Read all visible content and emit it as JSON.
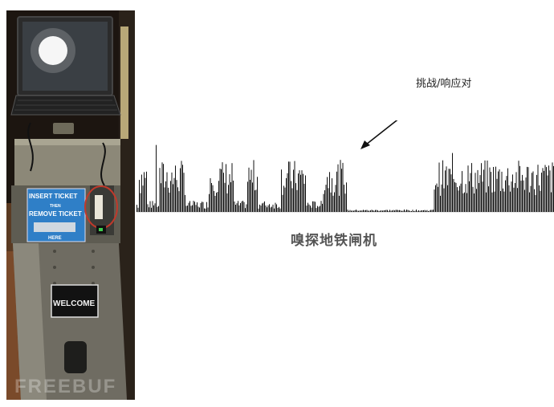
{
  "photo": {
    "sticker": {
      "insert": "INSERT TICKET",
      "then": "THEN",
      "remove": "REMOVE TICKET",
      "here": "HERE"
    },
    "welcome": "WELCOME"
  },
  "signal": {
    "annotation": "挑战/响应对",
    "caption": "嗅探地铁闸机"
  },
  "watermark": "FREEBUF"
}
